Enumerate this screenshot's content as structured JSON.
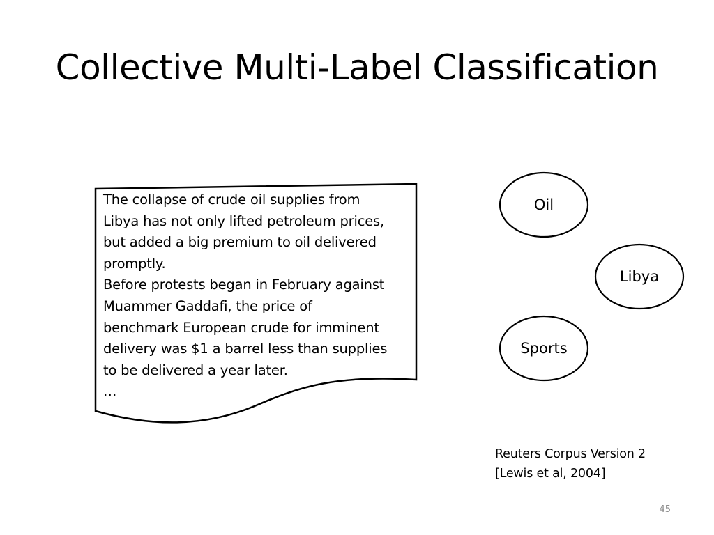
{
  "slide": {
    "title": "Collective Multi-Label Classification",
    "page_number": "45"
  },
  "document": {
    "lines": [
      "The collapse of crude oil supplies from",
      "Libya has not only lifted petroleum prices,",
      "but added a big premium to oil delivered",
      "promptly.",
      "Before protests began in February against",
      "Muammer Gaddafi, the price of",
      "benchmark European crude for imminent",
      "delivery was $1 a barrel less than supplies",
      "to be delivered a year later.",
      "…"
    ]
  },
  "labels": [
    {
      "id": "oil",
      "text": "Oil"
    },
    {
      "id": "libya",
      "text": "Libya"
    },
    {
      "id": "sports",
      "text": "Sports"
    }
  ],
  "citation": {
    "line1": "Reuters Corpus Version 2",
    "line2": "[Lewis et al, 2004]"
  }
}
